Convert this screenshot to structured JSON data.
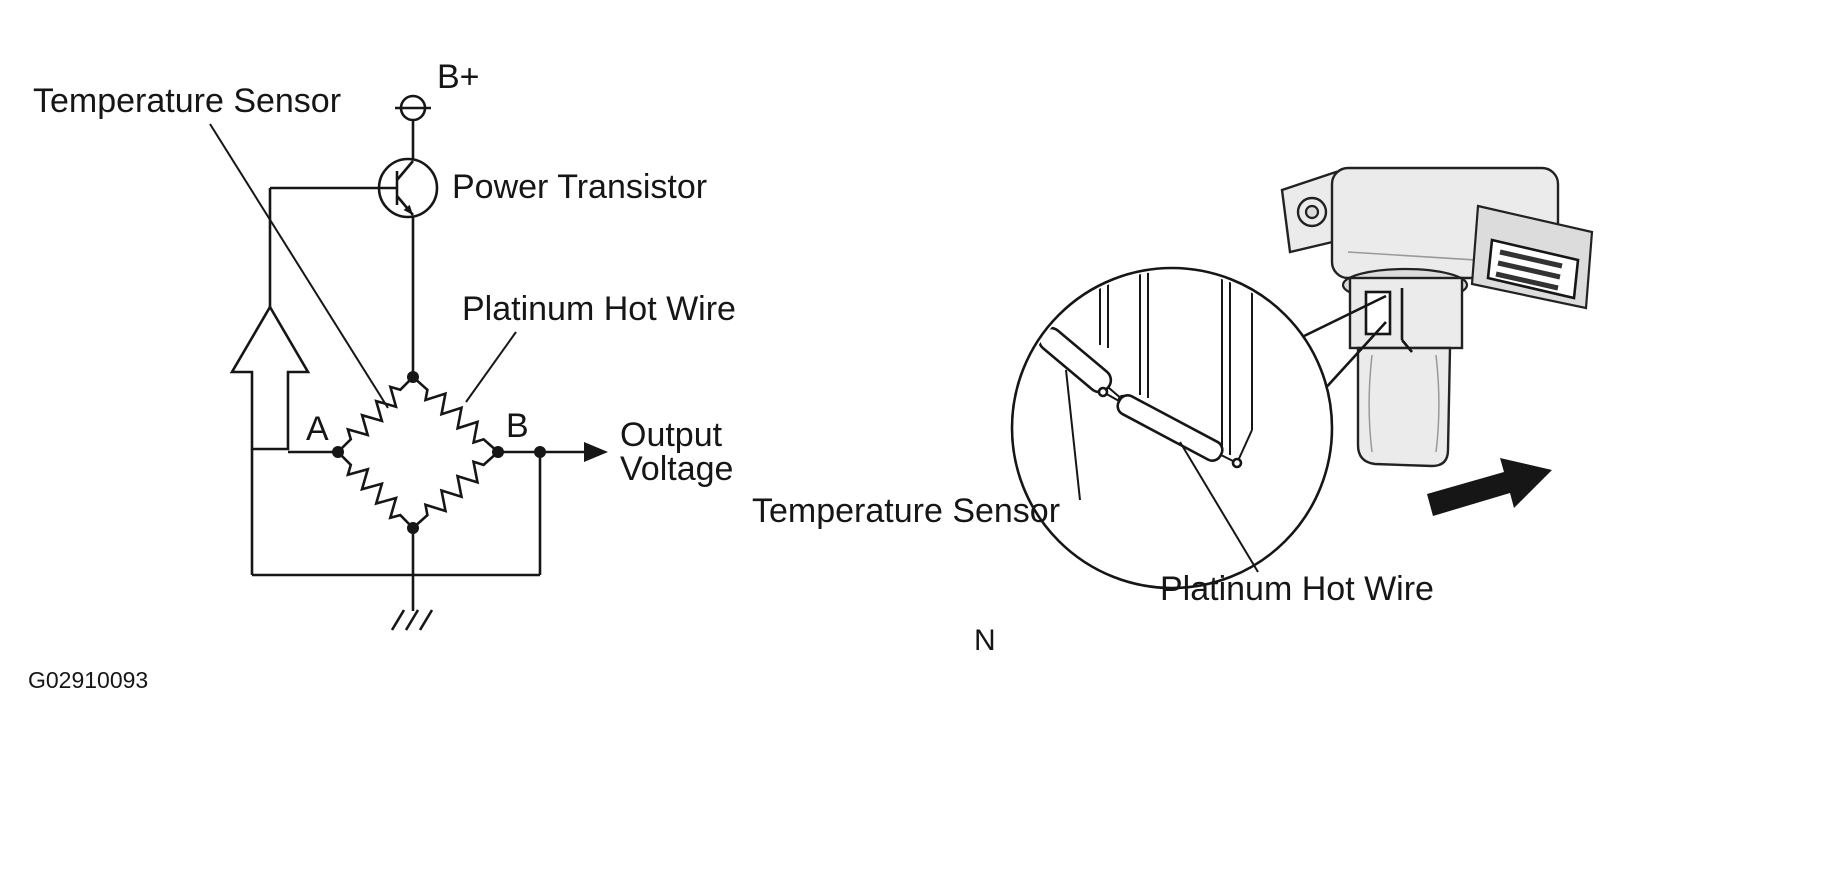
{
  "colors": {
    "ink": "#161616",
    "background": "#ffffff",
    "part_fill": "#ebebeb"
  },
  "circuit": {
    "temperature_sensor_label": "Temperature Sensor",
    "b_plus_label": "B+",
    "power_transistor_label": "Power Transistor",
    "platinum_hot_wire_label": "Platinum Hot Wire",
    "node_a_label": "A",
    "node_b_label": "B",
    "output_voltage_line1": "Output",
    "output_voltage_line2": "Voltage"
  },
  "sensor_view": {
    "temperature_sensor_label": "Temperature Sensor",
    "platinum_hot_wire_label": "Platinum Hot Wire",
    "note_label": "N"
  },
  "figure_id": "G02910093"
}
